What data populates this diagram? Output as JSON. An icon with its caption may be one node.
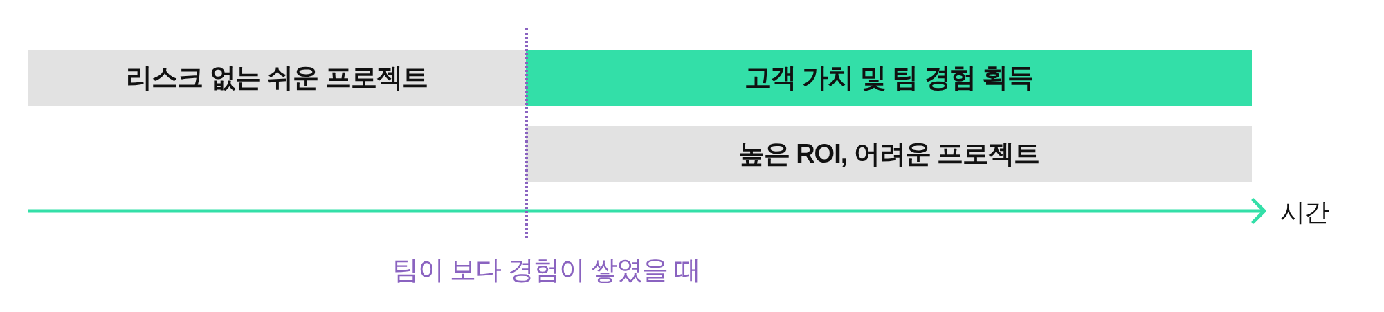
{
  "diagram": {
    "nodes": [
      {
        "text": [
          "리스크 없는 쉬운 프로젝트"
        ]
      },
      {
        "text": [
          "고객 가치 및 팀 경험 획득"
        ]
      },
      {
        "text": [
          "높은 ROI, 어려운 프로젝트"
        ]
      }
    ],
    "labels": [
      "시간",
      "팀이 보다 경험이 쌓였을 때"
    ]
  }
}
